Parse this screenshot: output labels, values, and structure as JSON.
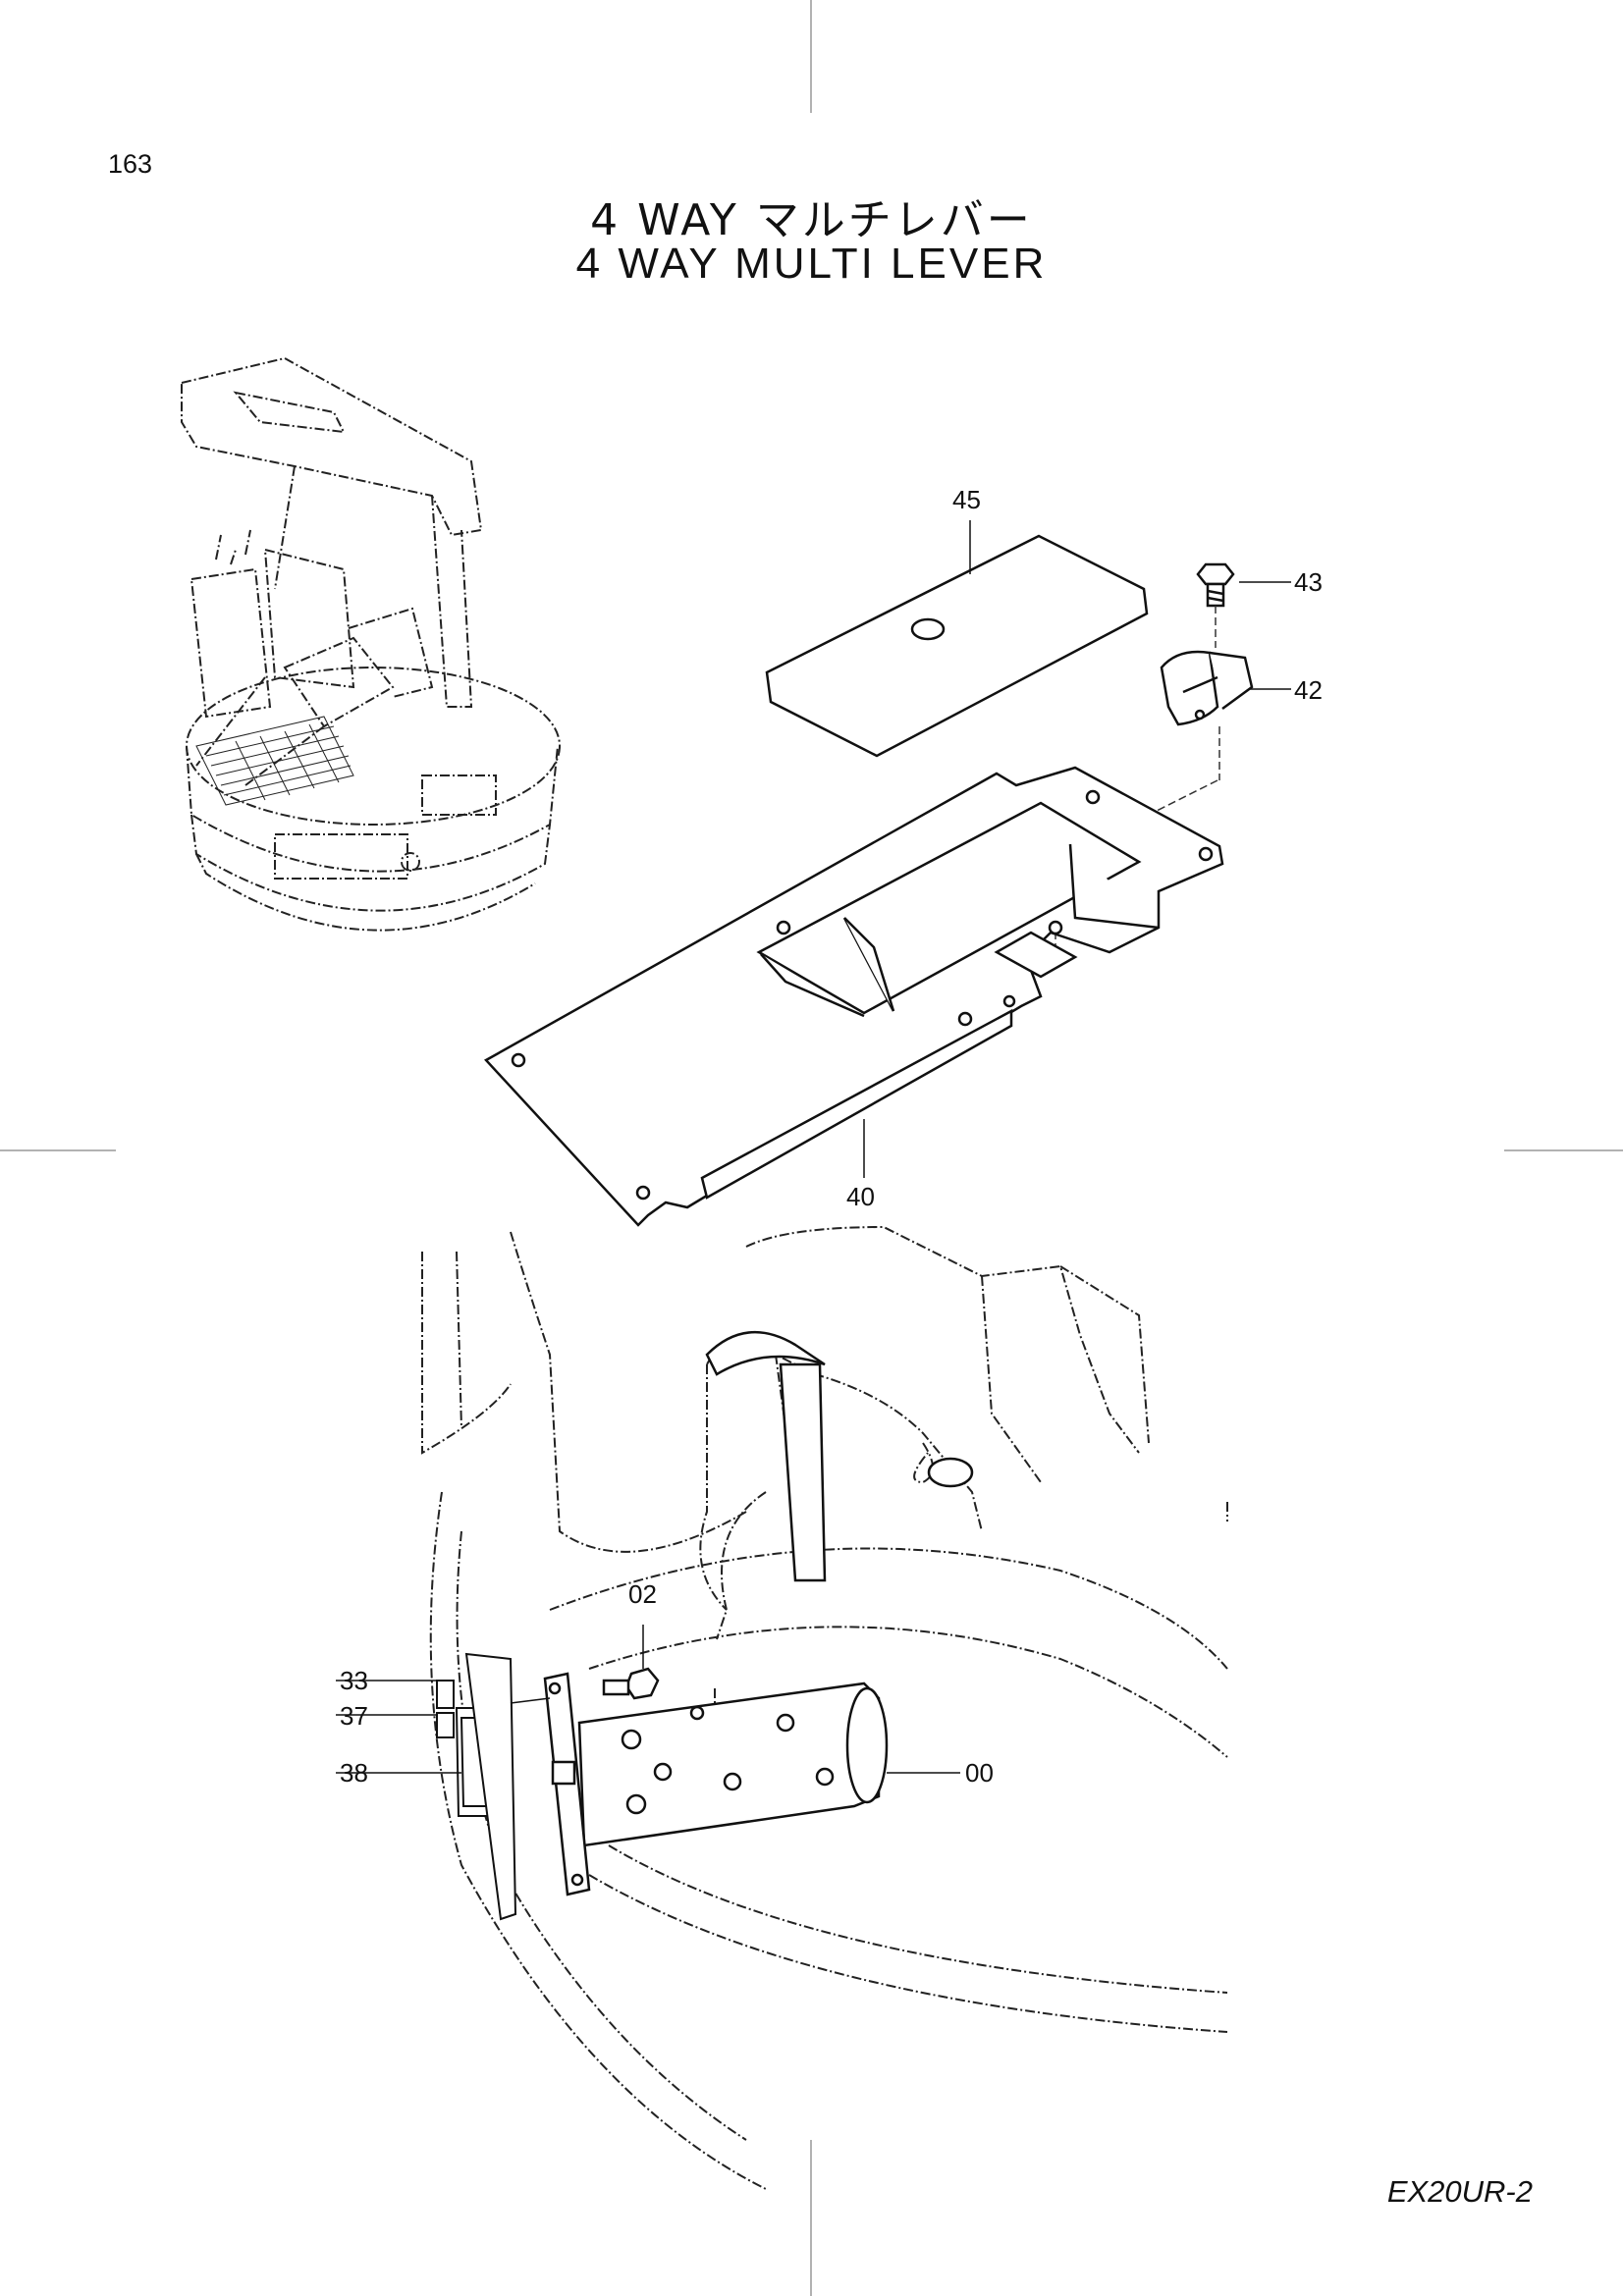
{
  "page": {
    "number": "163",
    "title_jp": "4 WAY マルチレバー",
    "title_en": "4 WAY MULTI LEVER",
    "model": "EX20UR-2"
  },
  "callouts": {
    "c45": "45",
    "c43": "43",
    "c42": "42",
    "c40": "40",
    "c02": "02",
    "c33": "33",
    "c37": "37",
    "c38": "38",
    "c00": "00"
  }
}
